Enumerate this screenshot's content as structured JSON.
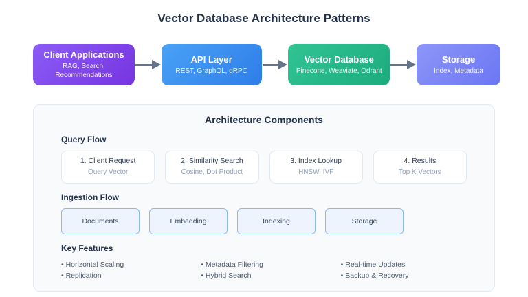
{
  "page": {
    "title": "Vector Database Architecture Patterns"
  },
  "flow": {
    "arrow_color": "#64748b",
    "nodes": [
      {
        "title": "Client Applications",
        "subtitle": "RAG, Search, Recommendations",
        "color_start": "#8b5cf6",
        "color_end": "#7634e0"
      },
      {
        "title": "API Layer",
        "subtitle": "REST, GraphQL, gRPC",
        "color_start": "#4aa2f5",
        "color_end": "#2e7de9"
      },
      {
        "title": "Vector Database",
        "subtitle": "Pinecone, Weaviate, Qdrant",
        "color_start": "#31c493",
        "color_end": "#1cab7d"
      },
      {
        "title": "Storage",
        "subtitle": "Index, Metadata",
        "color_start": "#8d96f8",
        "color_end": "#6b76f4"
      }
    ]
  },
  "components": {
    "title": "Architecture Components",
    "query_flow": {
      "heading": "Query Flow",
      "steps": [
        {
          "label": "1. Client Request",
          "detail": "Query Vector"
        },
        {
          "label": "2. Similarity Search",
          "detail": "Cosine, Dot Product"
        },
        {
          "label": "3. Index Lookup",
          "detail": "HNSW, IVF"
        },
        {
          "label": "4. Results",
          "detail": "Top K Vectors"
        }
      ]
    },
    "ingestion_flow": {
      "heading": "Ingestion Flow",
      "stages": [
        "Documents",
        "Embedding",
        "Indexing",
        "Storage"
      ]
    },
    "key_features": {
      "heading": "Key Features",
      "columns": [
        [
          "Horizontal Scaling",
          "Replication"
        ],
        [
          "Metadata Filtering",
          "Hybrid Search"
        ],
        [
          "Real-time Updates",
          "Backup & Recovery"
        ]
      ]
    }
  }
}
